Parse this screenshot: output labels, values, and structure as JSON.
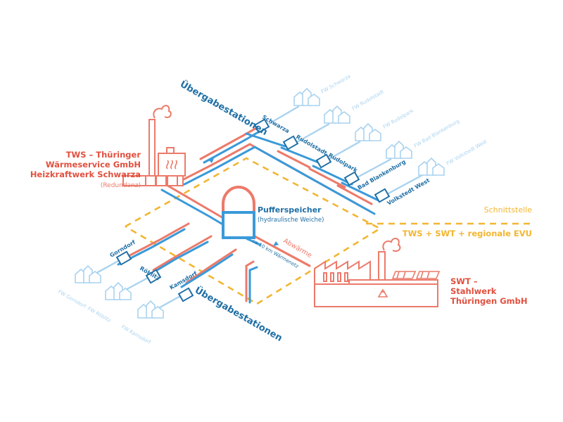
{
  "colors": {
    "blue": "#3a9ad9",
    "blue_light": "#a9d3ef",
    "red": "#ec7a6a",
    "red_dark": "#e2503f",
    "yellow": "#f2b632",
    "text_blue": "#1f6fa6"
  },
  "header": {
    "uebergabe_top": "Übergabestationen",
    "uebergabe_bottom": "Übergabestationen"
  },
  "tws": {
    "line1": "TWS – Thüringer",
    "line2": "Wärmeservice GmbH",
    "line3": "Heizkraftwerk Schwarza",
    "note": "(Redundanz)"
  },
  "swt": {
    "line1": "SWT –",
    "line2": "Stahlwerk",
    "line3": "Thüringen GmbH"
  },
  "puffer": {
    "title": "Pufferspeicher",
    "subtitle": "(hydraulische Weiche)"
  },
  "schnittstelle": {
    "label": "Schnittstelle",
    "parties": "TWS + SWT + regionale EVU"
  },
  "network": {
    "abwaerme": "Abwärme",
    "waermenetz": "ca.10 km Wärmenetz"
  },
  "stations_top": [
    "Schwarza",
    "Rudolstadt",
    "Rudolpark",
    "Bad Blankenburg",
    "Volkstedt West"
  ],
  "fw_top": [
    "FW Schwarza",
    "FW Rudolstadt",
    "FW Rudolpark",
    "FW Bad Blankenburg",
    "FW Volkstedt West"
  ],
  "stations_bottom": [
    "Gorndorf",
    "Röblitz",
    "Kamsdorf"
  ],
  "fw_bottom": [
    "FW Gorndorf",
    "FW Röblitz",
    "FW Kamsdorf"
  ],
  "icons": {
    "chimney_smoke": "smoke-icon",
    "heat_waves": "heat-icon",
    "solar": "solar-panel-icon",
    "recycle": "recycle-icon",
    "house": "house-icon"
  }
}
